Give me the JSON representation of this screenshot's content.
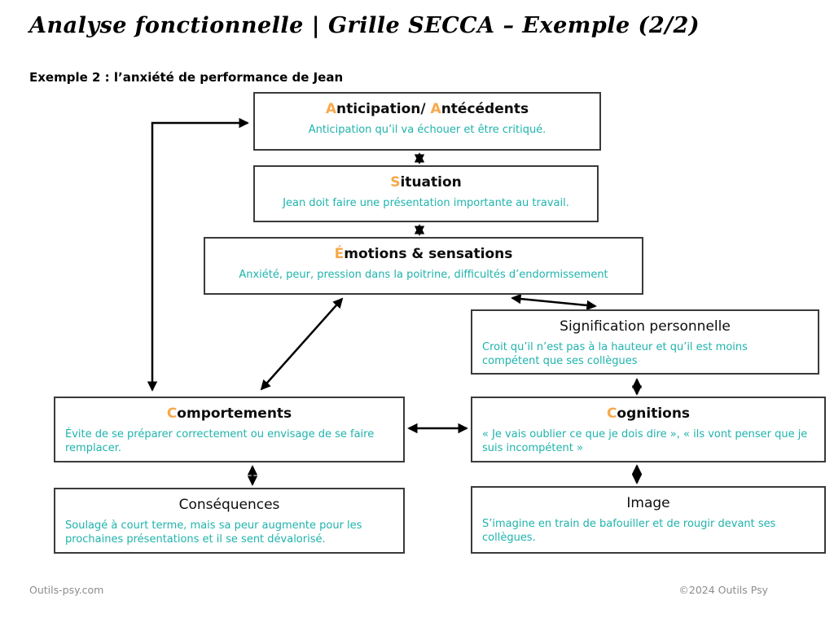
{
  "page": {
    "title": "Analyse fonctionnelle | Grille SECCA – Exemple (2/2)",
    "subtitle": "Exemple 2 : l’anxiété de performance de Jean"
  },
  "colors": {
    "accent_orange": "#f7a94b",
    "body_teal": "#1fb3ac",
    "box_border": "#3a3a3a",
    "footer_gray": "#8c8c8c"
  },
  "boxes": {
    "anticipation": {
      "title_segments": [
        {
          "t": "A",
          "hl": true
        },
        {
          "t": "nticipation/ ",
          "hl": false
        },
        {
          "t": "A",
          "hl": true
        },
        {
          "t": "ntécédents",
          "hl": false
        }
      ],
      "body": "Anticipation qu’il va échouer et être critiqué."
    },
    "situation": {
      "title_segments": [
        {
          "t": "S",
          "hl": true
        },
        {
          "t": "ituation",
          "hl": false
        }
      ],
      "body": "Jean doit faire une présentation importante au travail."
    },
    "emotions": {
      "title_segments": [
        {
          "t": "É",
          "hl": true
        },
        {
          "t": "motions & sensations",
          "hl": false
        }
      ],
      "body": "Anxiété, peur, pression dans la poitrine, difficultés d’endormissement"
    },
    "signification": {
      "title_segments": [
        {
          "t": "Signification personnelle",
          "hl": false
        }
      ],
      "body": "Croit qu’il n’est pas à la hauteur et qu’il est moins compétent que ses collègues"
    },
    "comportements": {
      "title_segments": [
        {
          "t": "C",
          "hl": true
        },
        {
          "t": "omportements",
          "hl": false
        }
      ],
      "body": "Évite de se préparer correctement ou envisage de se faire remplacer."
    },
    "cognitions": {
      "title_segments": [
        {
          "t": "C",
          "hl": true
        },
        {
          "t": "ognitions",
          "hl": false
        }
      ],
      "body": "« Je vais oublier ce que je dois dire », « ils vont penser que je suis incompétent »"
    },
    "consequences": {
      "title_segments": [
        {
          "t": "Conséquences",
          "hl": false
        }
      ],
      "body": "Soulagé à court terme, mais sa peur augmente pour les prochaines présentations et il se sent dévalorisé."
    },
    "image": {
      "title_segments": [
        {
          "t": "Image",
          "hl": false
        }
      ],
      "body": "S’imagine en train de bafouiller et de rougir devant ses collègues."
    }
  },
  "footer": {
    "left": "Outils-psy.com",
    "right": "©2024 Outils Psy"
  }
}
